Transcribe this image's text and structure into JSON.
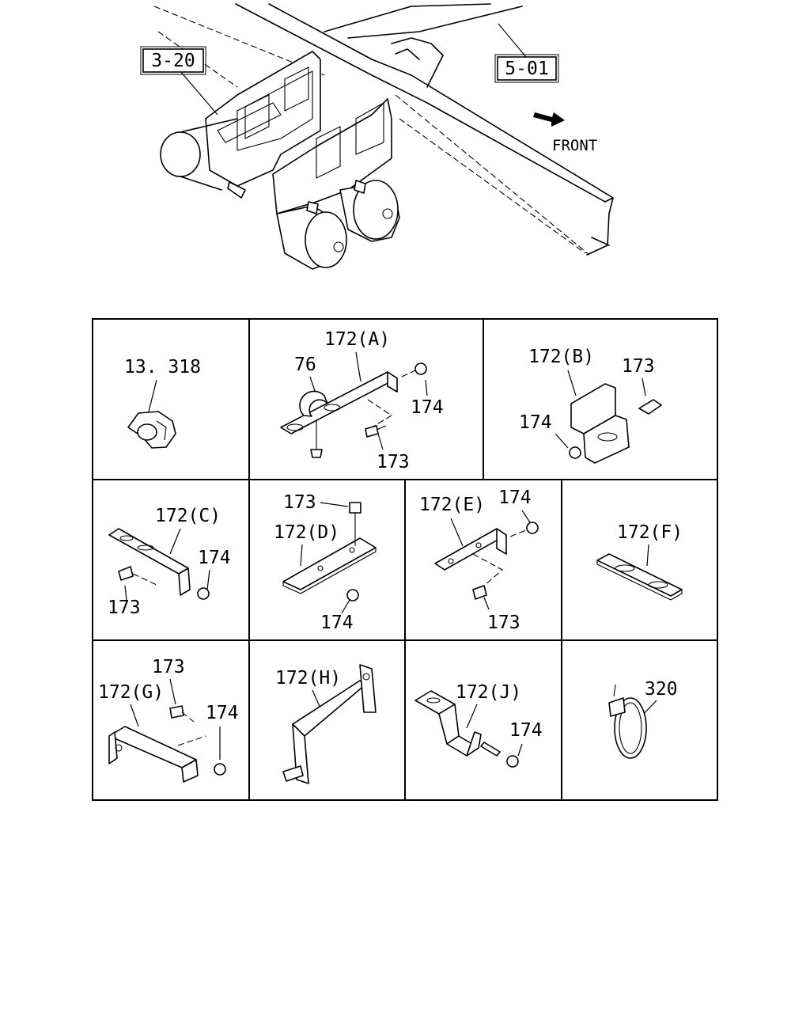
{
  "main_view": {
    "ref_a": "3-20",
    "ref_b": "5-01",
    "front": "FRONT"
  },
  "parts": {
    "p1": "13. 318",
    "p2_main": "172(A)",
    "p2_76": "76",
    "p2_174": "174",
    "p2_173": "173",
    "p3_main": "172(B)",
    "p3_173": "173",
    "p3_174": "174",
    "p4_main": "172(C)",
    "p4_174": "174",
    "p4_173": "173",
    "p5_main": "172(D)",
    "p5_173": "173",
    "p5_174": "174",
    "p6_main": "172(E)",
    "p6_174": "174",
    "p6_173": "173",
    "p7_main": "172(F)",
    "p8_main": "172(G)",
    "p8_173": "173",
    "p8_174": "174",
    "p9_main": "172(H)",
    "p10_main": "172(J)",
    "p10_174": "174",
    "p11_main": "320"
  }
}
